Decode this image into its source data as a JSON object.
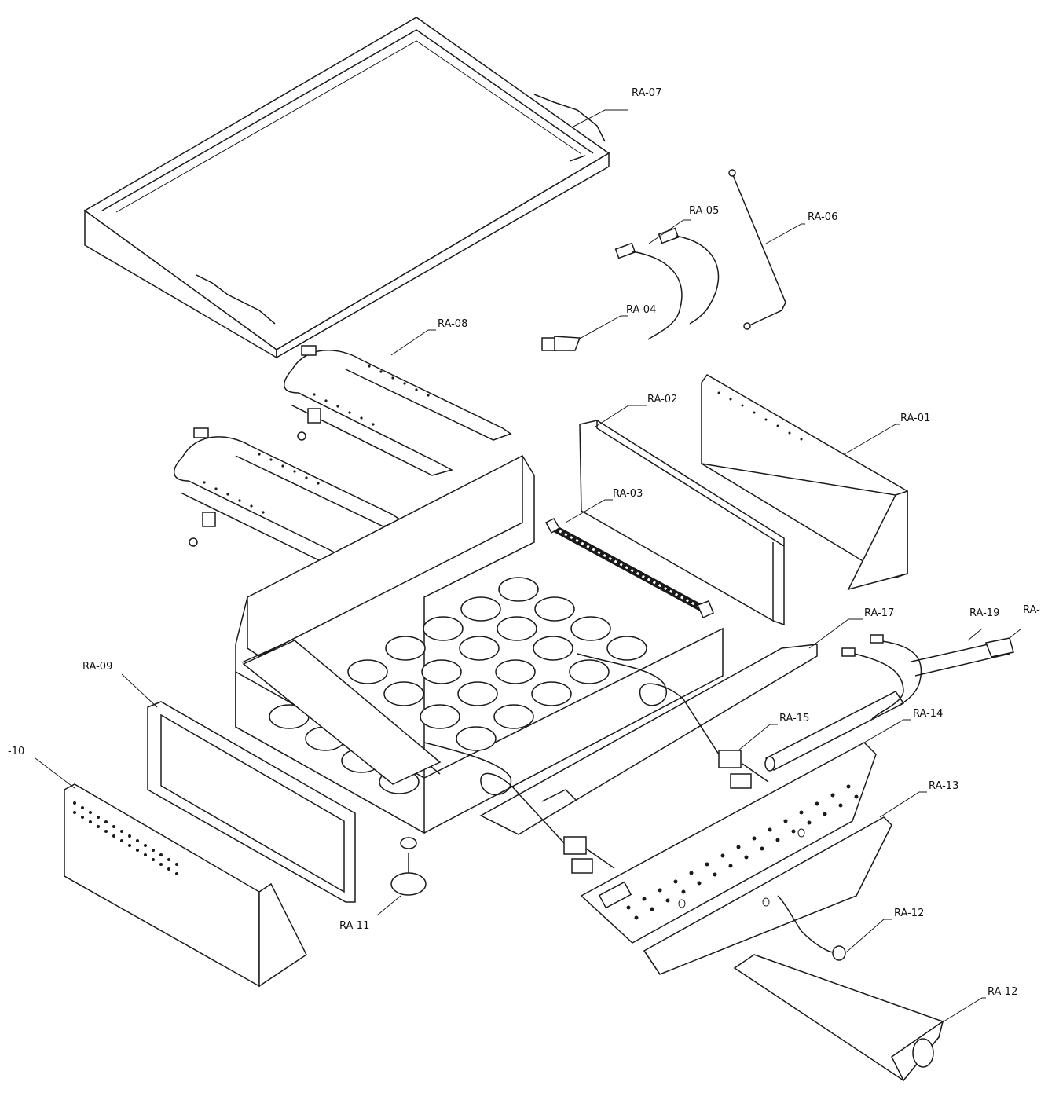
{
  "labels": {
    "ra07": "RA-07",
    "ra05": "RA-05",
    "ra06": "RA-06",
    "ra04": "RA-04",
    "ra08": "RA-08",
    "ra02": "RA-02",
    "ra01": "RA-01",
    "ra03": "RA-03",
    "ra17": "RA-17",
    "ra19": "RA-19",
    "ra_cut": "RA-",
    "ra09": "RA-09",
    "ra15": "RA-15",
    "ra14": "RA-14",
    "ra10_cut": "-10",
    "ra13": "RA-13",
    "ra11": "RA-11",
    "ra12a": "RA-12",
    "ra12b": "RA-12"
  }
}
